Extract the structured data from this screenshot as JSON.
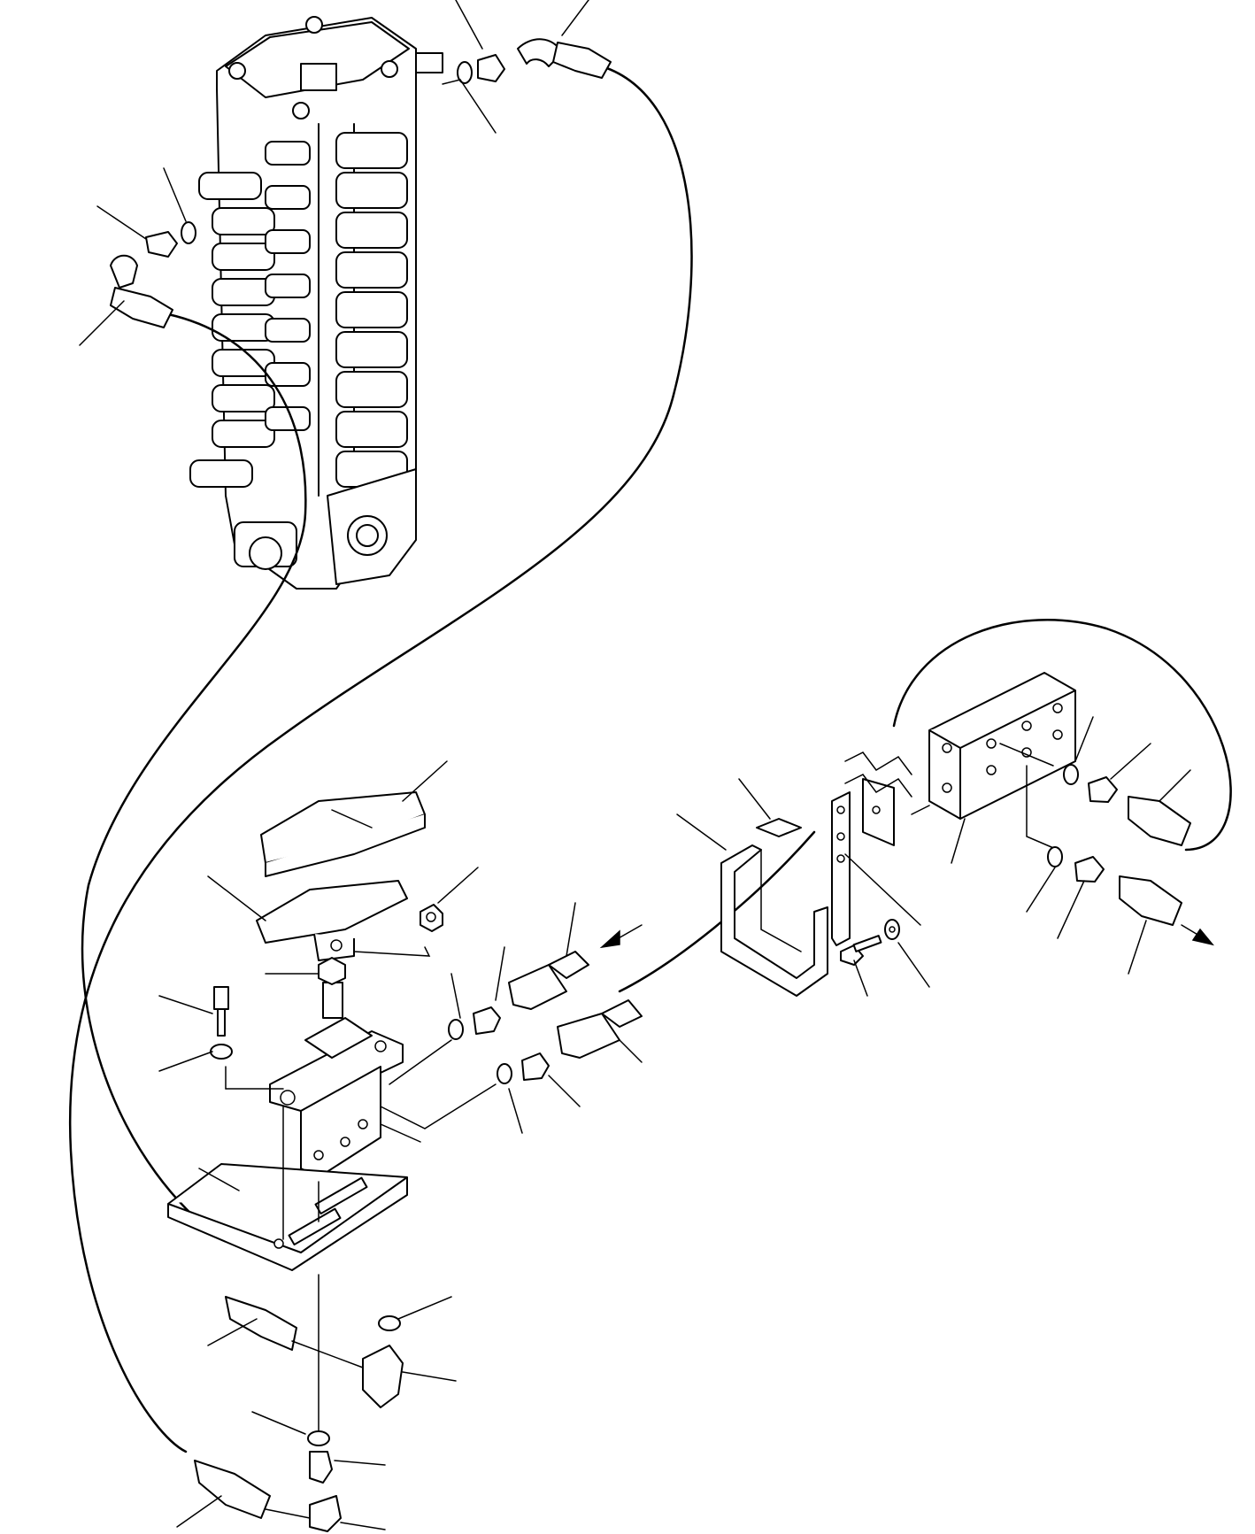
{
  "diagram": {
    "kind": "exploded-parts-view",
    "components": [
      "control-valve",
      "pedal-valve",
      "pedal-upper",
      "pedal-lower",
      "mounting-plate",
      "bracket",
      "clamp",
      "junction-block",
      "hoses",
      "fittings",
      "o-rings",
      "bolts",
      "washers",
      "nuts"
    ],
    "flow_arrows": [
      "inlet",
      "outlet"
    ]
  }
}
